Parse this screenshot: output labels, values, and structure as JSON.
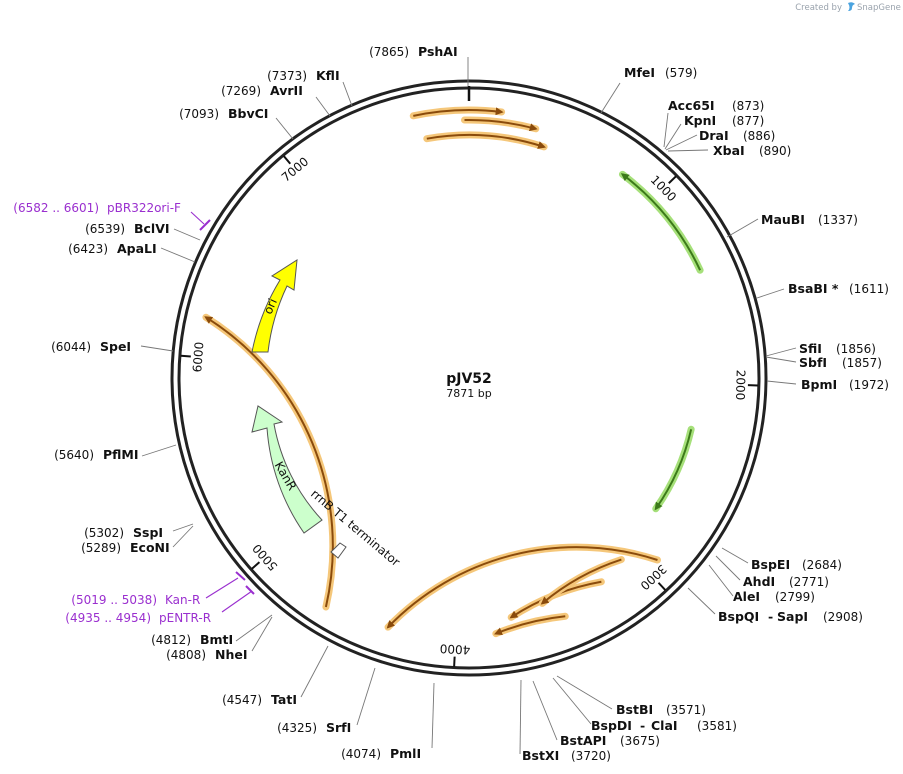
{
  "credit": {
    "prefix": "Created by",
    "brand": "SnapGene"
  },
  "plasmid": {
    "name": "pJV52",
    "length": "7871 bp"
  },
  "ticks": [
    "1000",
    "2000",
    "3000",
    "4000",
    "5000",
    "6000",
    "7000"
  ],
  "enzymes": [
    {
      "name": "PshAI",
      "pos": "(7865)"
    },
    {
      "name": "MfeI",
      "pos": "(579)"
    },
    {
      "name": "Acc65I",
      "pos": "(873)"
    },
    {
      "name": "KpnI",
      "pos": "(877)"
    },
    {
      "name": "DraI",
      "pos": "(886)"
    },
    {
      "name": "XbaI",
      "pos": "(890)"
    },
    {
      "name": "MauBI",
      "pos": "(1337)"
    },
    {
      "name": "BsaBI *",
      "pos": "(1611)"
    },
    {
      "name": "SfiI",
      "pos": "(1856)"
    },
    {
      "name": "SbfI",
      "pos": "(1857)"
    },
    {
      "name": "BpmI",
      "pos": "(1972)"
    },
    {
      "name": "BspEI",
      "pos": "(2684)"
    },
    {
      "name": "AhdI",
      "pos": "(2771)"
    },
    {
      "name": "AleI",
      "pos": "(2799)"
    },
    {
      "name": "BspQI",
      "pos": "(2908)",
      "alt": "SapI"
    },
    {
      "name": "BstBI",
      "pos": "(3571)"
    },
    {
      "name": "BspDI",
      "pos": "(3581)",
      "alt": "ClaI"
    },
    {
      "name": "BstAPI",
      "pos": "(3675)"
    },
    {
      "name": "BstXI",
      "pos": "(3720)"
    },
    {
      "name": "PmlI",
      "pos": "(4074)"
    },
    {
      "name": "SrfI",
      "pos": "(4325)"
    },
    {
      "name": "TatI",
      "pos": "(4547)"
    },
    {
      "name": "BmtI",
      "pos": "(4812)"
    },
    {
      "name": "NheI",
      "pos": "(4808)"
    },
    {
      "name": "SspI",
      "pos": "(5302)"
    },
    {
      "name": "EcoNI",
      "pos": "(5289)"
    },
    {
      "name": "PflMI",
      "pos": "(5640)"
    },
    {
      "name": "SpeI",
      "pos": "(6044)"
    },
    {
      "name": "ApaLI",
      "pos": "(6423)"
    },
    {
      "name": "BclVI",
      "pos": "(6539)"
    },
    {
      "name": "BbvCI",
      "pos": "(7093)"
    },
    {
      "name": "AvrII",
      "pos": "(7269)"
    },
    {
      "name": "KflI",
      "pos": "(7373)"
    }
  ],
  "primers": [
    {
      "name": "pBR322ori-F",
      "range": "(6582 .. 6601)"
    },
    {
      "name": "Kan-R",
      "range": "(5019 .. 5038)"
    },
    {
      "name": "pENTR-R",
      "range": "(4935 .. 4954)"
    }
  ],
  "features": [
    {
      "name": "ori",
      "color": "#ffff00"
    },
    {
      "name": "KanR",
      "color": "#ccffcc"
    },
    {
      "name": "rrnB T1 terminator",
      "color": "#ffffff"
    }
  ],
  "colors": {
    "backbone": "#222222",
    "orf_glow": "#f5c77a",
    "orf_line": "#8a4b0c",
    "orf_green_glow": "#a6e07a",
    "orf_green_line": "#3c7a1a",
    "primer": "#9a2fcf"
  }
}
